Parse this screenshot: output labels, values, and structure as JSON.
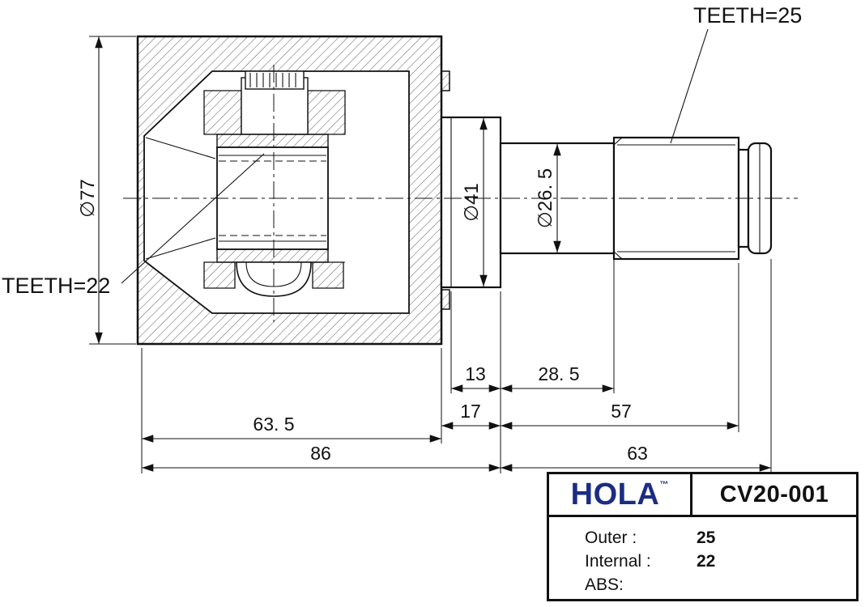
{
  "drawing": {
    "labels": {
      "teeth_outer": "TEETH=25",
      "teeth_inner": "TEETH=22",
      "dia_housing": "∅77",
      "dia_flange": "∅41",
      "dia_shaft": "∅26. 5"
    },
    "dims": {
      "len_13": "13",
      "len_28_5": "28. 5",
      "len_17": "17",
      "len_57": "57",
      "len_63_5": "63. 5",
      "len_86": "86",
      "len_63": "63"
    }
  },
  "title_block": {
    "brand": "HOLA",
    "trademark": "™",
    "part_number": "CV20-001",
    "specs": [
      {
        "label": "Outer :",
        "value": "25"
      },
      {
        "label": "Internal :",
        "value": "22"
      },
      {
        "label": "ABS:",
        "value": ""
      }
    ]
  },
  "colors": {
    "line": "#111111",
    "brand_blue": "#1c2c85",
    "background": "#ffffff"
  }
}
